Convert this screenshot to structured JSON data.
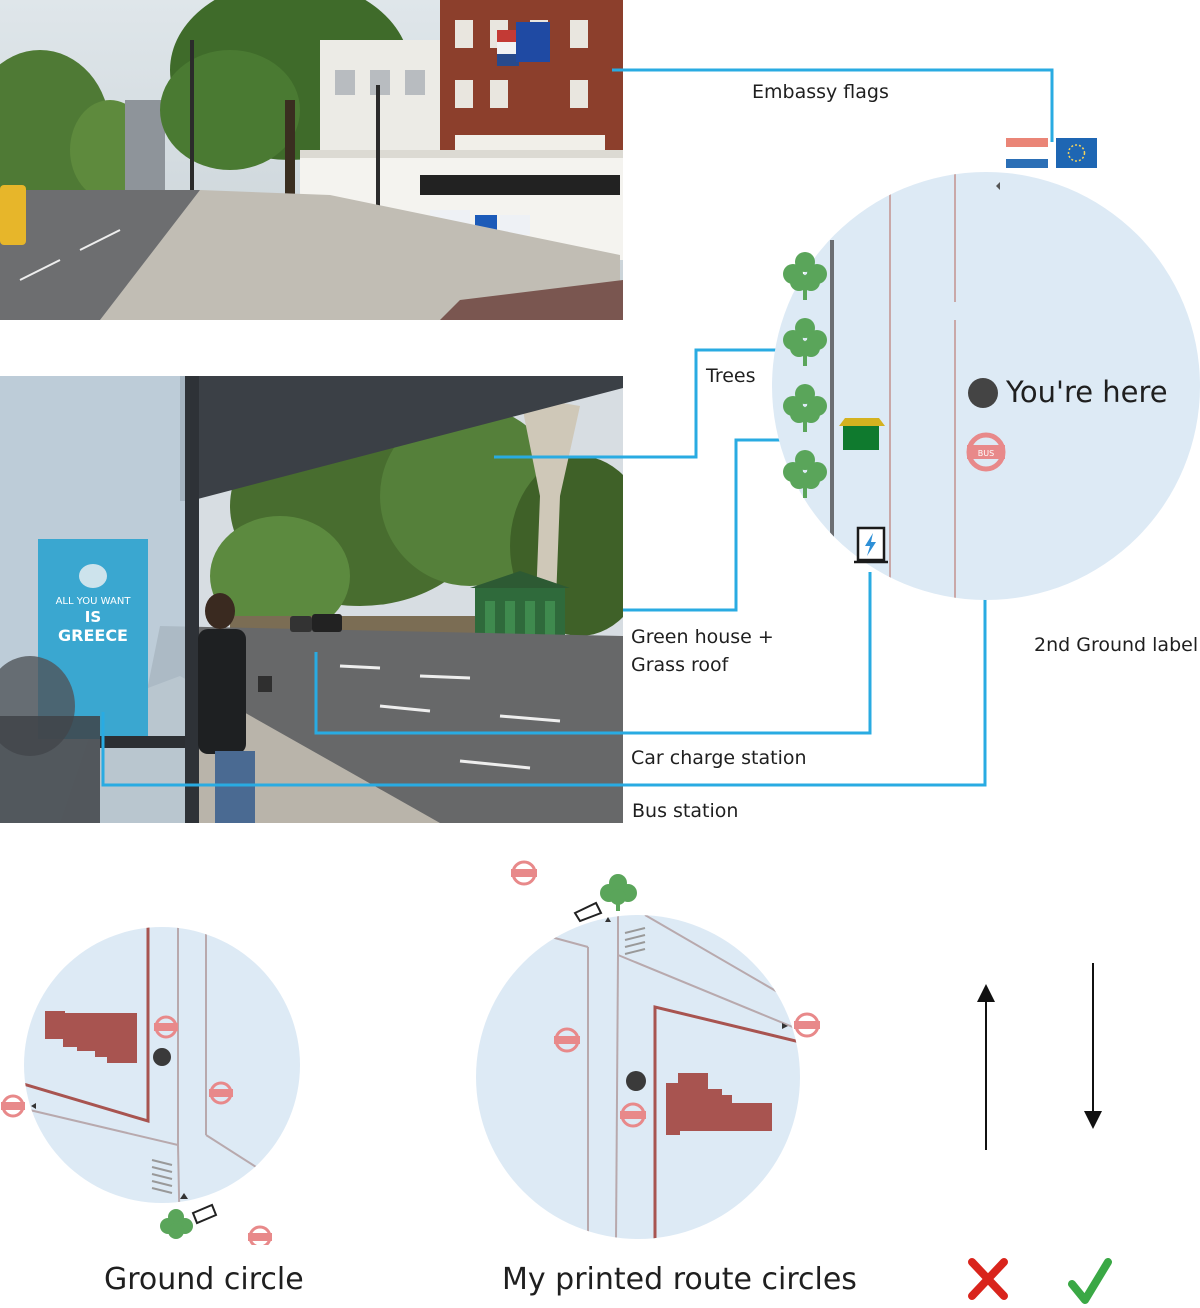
{
  "labels": {
    "embassy_flags": "Embassy flags",
    "trees": "Trees",
    "green_house_line1": "Green house +",
    "green_house_line2": "Grass roof",
    "car_charge_station": "Car charge station",
    "bus_station": "Bus station",
    "second_ground_label": "2nd Ground label",
    "you_are_here": "You're here",
    "ground_circle": "Ground circle",
    "printed_route_circles": "My printed route circles"
  },
  "photo_texts": {
    "poster_line1": "ALL YOU WANT",
    "poster_line2": "IS",
    "poster_line3": "GREECE",
    "bus_badge": "BUS"
  },
  "colors": {
    "leader_line": "#29abe2",
    "circle_fill": "#ddeaf5",
    "tree_green": "#5aa55a",
    "road_brown": "#a85450",
    "bus_pink": "#e8898a",
    "dot_dark": "#444444",
    "cross_red": "#d9241c",
    "check_green": "#3aa845"
  },
  "icons": {
    "cross": "cross-icon",
    "check": "check-icon",
    "arrow_up": "arrow-up-icon",
    "arrow_down": "arrow-down-icon"
  }
}
